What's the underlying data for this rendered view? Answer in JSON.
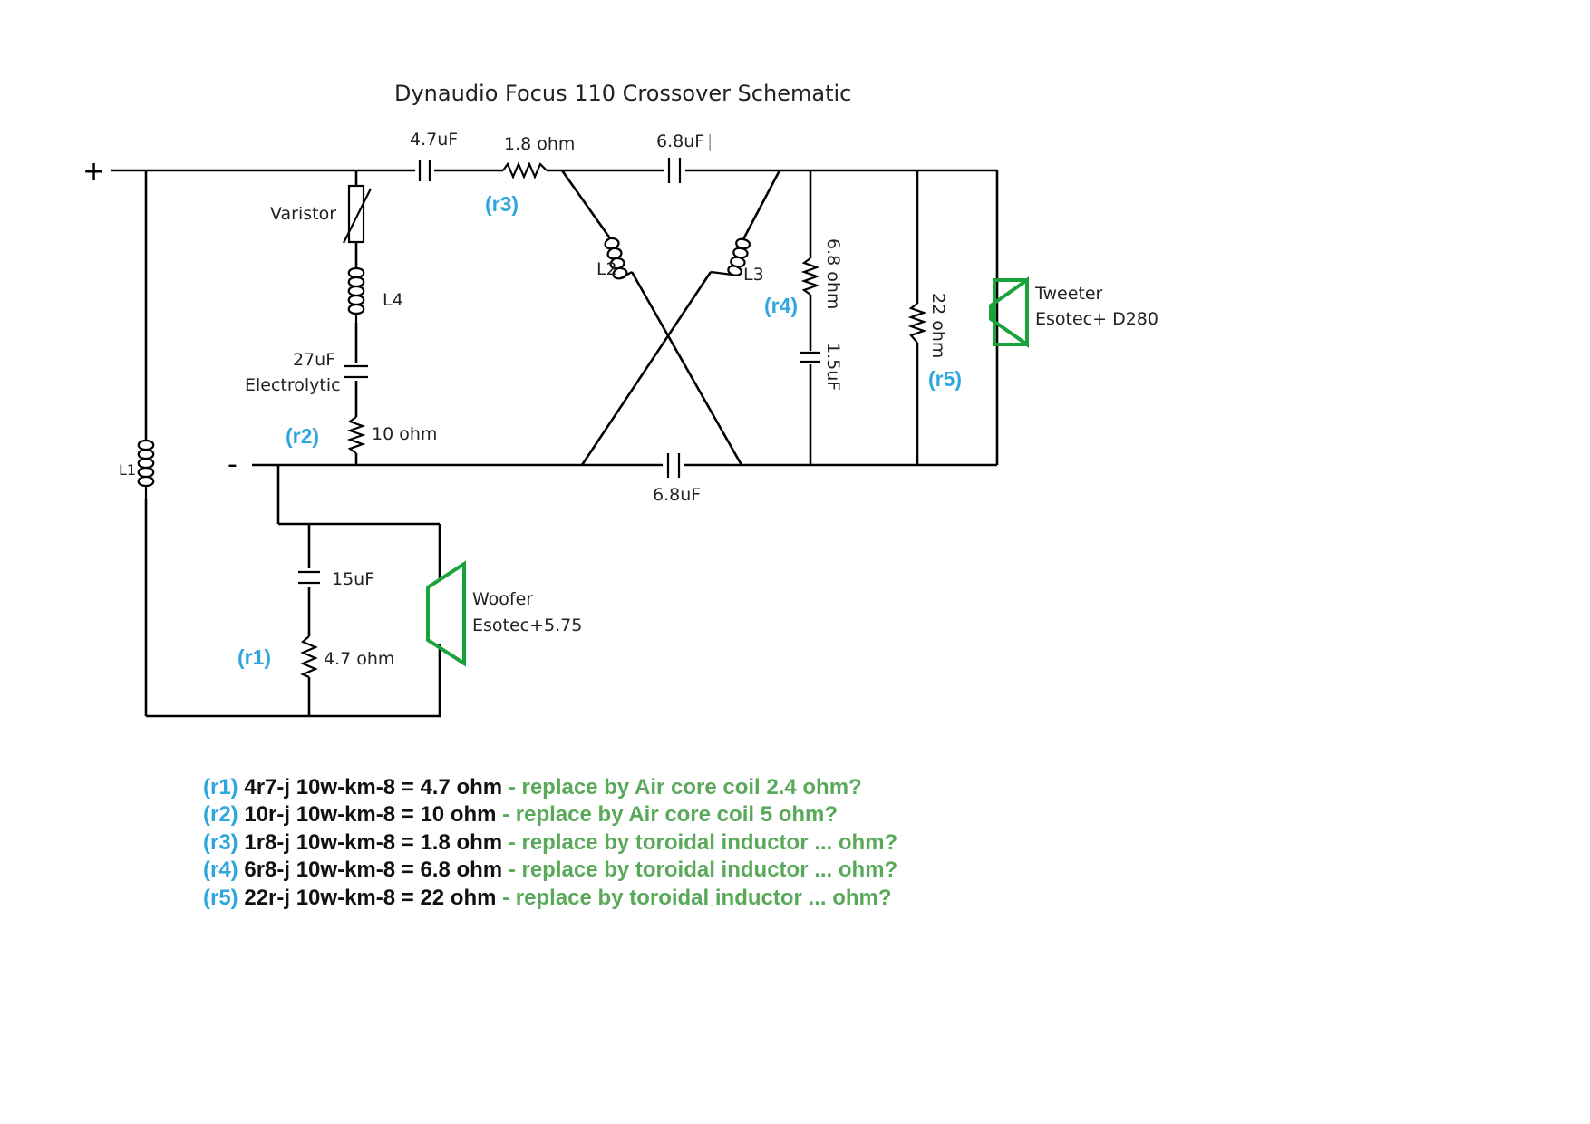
{
  "title": "Dynaudio Focus 110 Crossover Schematic",
  "terminals": {
    "plus": "+",
    "minus": "-"
  },
  "components": {
    "c1": "4.7uF",
    "r3": "1.8 ohm",
    "c2": "6.8uF",
    "c2_mark": "|",
    "varistor": "Varistor",
    "l2": "L2",
    "l3": "L3",
    "r4": "6.8 ohm",
    "c3": "1.5uF",
    "r5": "22 ohm",
    "l4": "L4",
    "c4_value": "27uF",
    "c4_type": "Electrolytic",
    "r2": "10 ohm",
    "l1": "L1",
    "c5": "6.8uF",
    "c6": "15uF",
    "r1": "4.7 ohm"
  },
  "speakers": {
    "tweeter": {
      "label": "Tweeter",
      "model": "Esotec+ D280",
      "color": "#1aa33a"
    },
    "woofer": {
      "label": "Woofer",
      "model": "Esotec+5.75",
      "color": "#1aa33a"
    }
  },
  "refs": {
    "r1": "(r1)",
    "r2": "(r2)",
    "r3": "(r3)",
    "r4": "(r4)",
    "r5": "(r5)"
  },
  "colors": {
    "ref": "#2ea7dd",
    "suggestion": "#5aa95a",
    "wire": "#000000"
  },
  "notes": [
    {
      "ref": "(r1)",
      "part": "4r7-j 10w-km-8 = 4.7 ohm",
      "suggestion": "- replace by  Air core coil 2.4 ohm?"
    },
    {
      "ref": "(r2)",
      "part": "10r-j 10w-km-8 = 10 ohm",
      "suggestion": "- replace by  Air core coil 5 ohm?"
    },
    {
      "ref": "(r3)",
      "part": "1r8-j 10w-km-8 = 1.8 ohm",
      "suggestion": "- replace by  toroidal inductor ... ohm?"
    },
    {
      "ref": "(r4)",
      "part": "6r8-j 10w-km-8 = 6.8 ohm",
      "suggestion": "- replace by  toroidal inductor ... ohm?"
    },
    {
      "ref": "(r5)",
      "part": "22r-j 10w-km-8 = 22 ohm",
      "suggestion": "- replace by  toroidal inductor ... ohm?"
    }
  ]
}
